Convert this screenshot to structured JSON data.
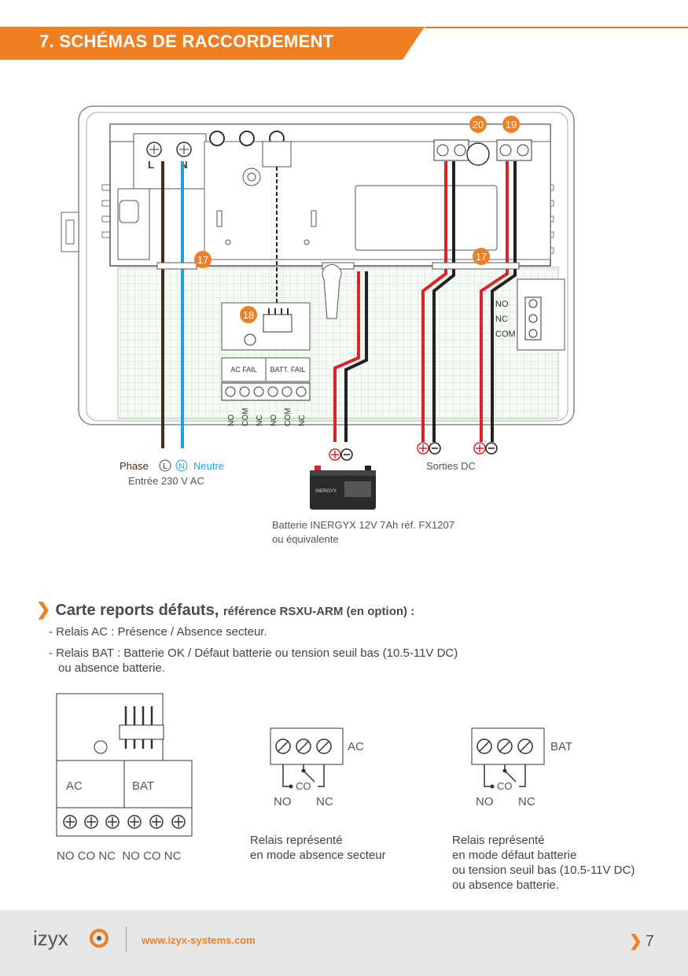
{
  "header": {
    "title": "7. SCHÉMAS DE RACCORDEMENT",
    "accent": "#f07e22"
  },
  "diagram": {
    "terminal_L": "L",
    "terminal_N": "N",
    "callout_17": "17",
    "callout_18": "18",
    "callout_19": "19",
    "callout_20": "20",
    "relay_labels": [
      "NO",
      "NC",
      "COM"
    ],
    "board_ac": "AC FAIL",
    "board_batt": "BATT. FAIL",
    "board_pins": [
      "NO",
      "COM",
      "NC",
      "NO",
      "COM",
      "NC"
    ],
    "phase_label": "Phase",
    "phase_letter": "L",
    "neutral_letter": "N",
    "neutral_label": "Neutre",
    "input_label": "Entrée 230 V AC",
    "outputs_label": "Sorties DC",
    "battery_brand": "INERGYX",
    "battery_label_1": "Batterie INERGYX 12V 7Ah réf. FX1207",
    "battery_label_2": "ou équivalente",
    "wire_colors": {
      "phase": "#4a2a1a",
      "neutral": "#1aa3e0",
      "positive": "#d9252a",
      "negative": "#222222"
    }
  },
  "section": {
    "heading": "Carte reports défauts,",
    "reference": "référence RSXU-ARM (en option) :",
    "bullets": [
      "- Relais AC : Présence / Absence secteur.",
      "- Relais BAT : Batterie OK / Défaut batterie ou tension seuil bas (10.5-11V DC)",
      "ou absence batterie."
    ]
  },
  "card": {
    "ac": "AC",
    "bat": "BAT",
    "pins_caption": "NO CO NC  NO CO NC"
  },
  "relay_ac": {
    "title": "AC",
    "co": "CO",
    "no": "NO",
    "nc": "NC",
    "caption": [
      "Relais représenté",
      "en mode absence secteur"
    ]
  },
  "relay_bat": {
    "title": "BAT",
    "co": "CO",
    "no": "NO",
    "nc": "NC",
    "caption": [
      "Relais représenté",
      "en mode défaut batterie",
      "ou tension seuil bas (10.5-11V DC)",
      "ou absence batterie."
    ]
  },
  "footer": {
    "brand": "izyx",
    "url": "www.izyx-systems.com",
    "page": "7"
  }
}
